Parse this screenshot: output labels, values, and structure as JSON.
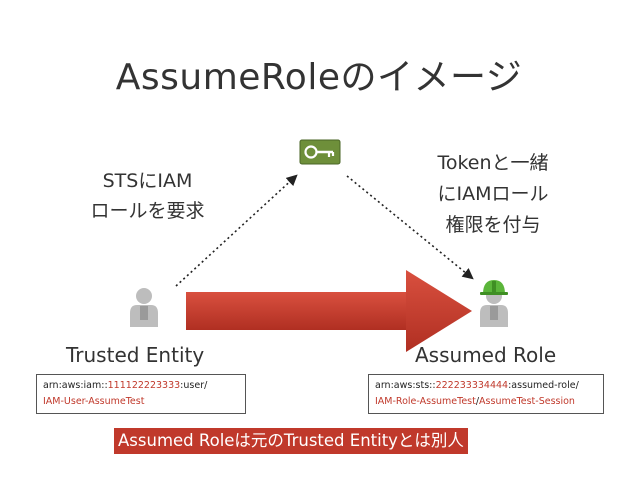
{
  "title": "AssumeRoleのイメージ",
  "request_text": [
    "STSにIAM",
    "ロールを要求"
  ],
  "grant_text": [
    "Tokenと一緒",
    "にIAMロール",
    "権限を付与"
  ],
  "trusted_entity": {
    "caption": "Trusted Entity",
    "arn": {
      "prefix": "arn:aws:iam::",
      "account": "111122223333",
      "suffix": ":user/",
      "path": "IAM-User-AssumeTest"
    }
  },
  "assumed_role": {
    "caption": "Assumed Role",
    "arn": {
      "prefix": "arn:aws:sts::",
      "account": "222233334444",
      "suffix": ":assumed-role/",
      "role": "IAM-Role-AssumeTest",
      "separator": "/",
      "session": "AssumeTest-Session"
    }
  },
  "banner": "Assumed Roleは元のTrusted Entityとは別人",
  "icons": {
    "key": "key-icon",
    "trusted_person": "person-icon",
    "assumed_person": "worker-helmet-person-icon"
  },
  "colors": {
    "arrow": "#c0392b",
    "banner_bg": "#c0392b",
    "key_bg": "#6e8f3a",
    "helmet": "#5bb53a",
    "person": "#bdbdbd"
  }
}
